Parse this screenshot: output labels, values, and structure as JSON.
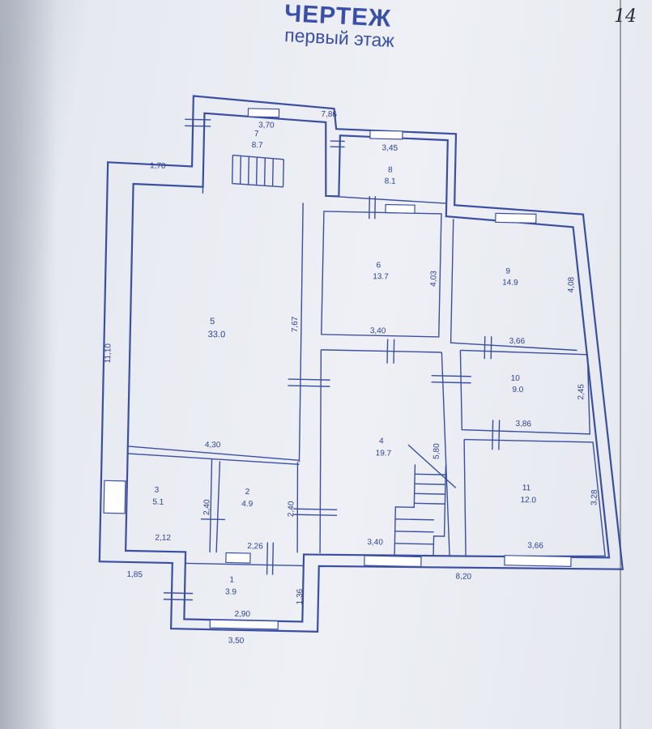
{
  "page_number": "14",
  "title": "ЧЕРТЕЖ",
  "subtitle": "первый этаж",
  "rooms": [
    {
      "num": "1",
      "area": "3.9"
    },
    {
      "num": "2",
      "area": "4.9"
    },
    {
      "num": "3",
      "area": "5.1"
    },
    {
      "num": "4",
      "area": "19.7"
    },
    {
      "num": "5",
      "area": "33.0"
    },
    {
      "num": "6",
      "area": "13.7"
    },
    {
      "num": "7",
      "area": "8.7"
    },
    {
      "num": "8",
      "area": "8.1"
    },
    {
      "num": "9",
      "area": "14.9"
    },
    {
      "num": "10",
      "area": "9.0"
    },
    {
      "num": "11",
      "area": "12.0"
    }
  ],
  "dimensions": {
    "d_7_86": "7,86",
    "d_3_70": "3,70",
    "d_3_45": "3,45",
    "d_1_70": "1,70",
    "d_11_10": "11,10",
    "d_7_67": "7,67",
    "d_4_03": "4,03",
    "d_4_08": "4,08",
    "d_3_40_top": "3,40",
    "d_3_66_top": "3,66",
    "d_2_45": "2,45",
    "d_3_86": "3,86",
    "d_4_30": "4,30",
    "d_5_80": "5,80",
    "d_3_28": "3,28",
    "d_2_40_a": "2,40",
    "d_2_40_b": "2,40",
    "d_2_12": "2,12",
    "d_2_26": "2,26",
    "d_3_40_bottom": "3,40",
    "d_3_66_bottom": "3,66",
    "d_1_85": "1,85",
    "d_8_20": "8,20",
    "d_1_36": "1,36",
    "d_2_90": "2,90",
    "d_3_50": "3,50"
  }
}
